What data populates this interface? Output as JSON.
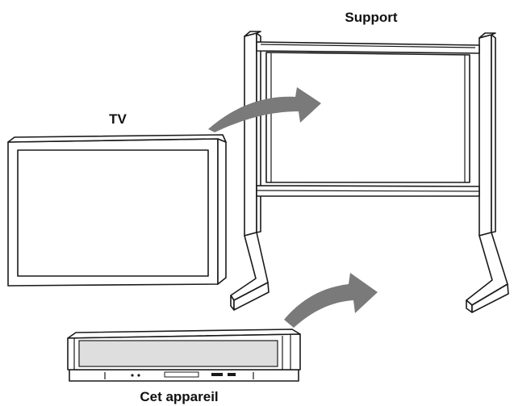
{
  "labels": {
    "stand": "Support",
    "tv": "TV",
    "device": "Cet appareil"
  },
  "colors": {
    "outline": "#1a1a1a",
    "arrow": "#7a7a7a",
    "device_front": "#dedede",
    "background": "#ffffff"
  }
}
